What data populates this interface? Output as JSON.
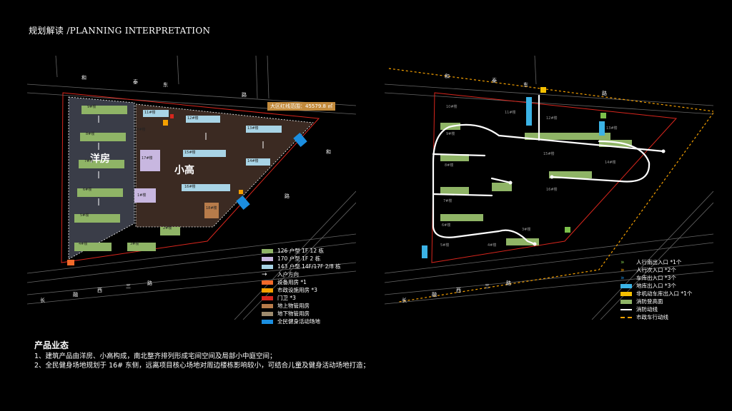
{
  "header": {
    "title": "规划解读 /PLANNING INTERPRETATION"
  },
  "left_plan": {
    "road_north": [
      "和",
      "泰",
      "东",
      "路"
    ],
    "road_east": [
      "和",
      "路"
    ],
    "road_south": [
      "长",
      "融",
      "西",
      "三",
      "路"
    ],
    "zone_villa": "洋房",
    "zone_highrise": "小高",
    "area_callout": "大区红线范围：45579.8 ㎡",
    "building_tags": [
      "9#楼",
      "8#楼",
      "7#楼",
      "6#楼",
      "5#楼",
      "4#楼",
      "3#楼",
      "2#楼",
      "1#楼",
      "11#楼",
      "12#楼",
      "13#楼",
      "14#楼",
      "15#楼",
      "16#楼",
      "17#楼",
      "18#楼",
      "10#楼"
    ],
    "legend": [
      {
        "label": "126 户型   1F   12 栋",
        "color": "#8fb466"
      },
      {
        "label": "170 户型   1F   2 栋",
        "color": "#c8b7e0"
      },
      {
        "label": "143 户型   14F/17F   2/8 栋",
        "color": "#a8d4e6"
      },
      {
        "label": "入户方向",
        "color": "#ffffff"
      },
      {
        "label": "设备用房 *1",
        "color": "#f26a2a"
      },
      {
        "label": "市政设施用房 *3",
        "color": "#f5a000"
      },
      {
        "label": "门卫 *3",
        "color": "#d8261d"
      },
      {
        "label": "地上物管用房",
        "color": "#b77b4a"
      },
      {
        "label": "地下物管用房",
        "color": "#9d8b6e"
      },
      {
        "label": "全民健身活动场地",
        "color": "#1b8ee0"
      }
    ]
  },
  "right_plan": {
    "road_north": [
      "和",
      "泰",
      "东",
      "路"
    ],
    "road_south": [
      "长",
      "融",
      "西",
      "三",
      "路"
    ],
    "building_tags": [
      "10#楼",
      "11#楼",
      "12#楼",
      "13#楼",
      "14#楼",
      "15#楼",
      "16#楼",
      "9#楼",
      "8#楼",
      "7#楼",
      "6#楼",
      "5#楼",
      "4#楼",
      "3#楼"
    ],
    "legend": [
      {
        "label": "人行南出入口 *1个",
        "color": "#7cc04a"
      },
      {
        "label": "人行次入口 *2个",
        "color": "#f5a000"
      },
      {
        "label": "车库出入口 *3个",
        "color": "#1b8ee0"
      },
      {
        "label": "地库出入口 *3个",
        "color": "#3bb3e6"
      },
      {
        "label": "非机动车库出入口 *1个",
        "color": "#f5c000"
      },
      {
        "label": "消防登高面",
        "color": "#8fb466"
      },
      {
        "label": "消防动线",
        "color": "#ffffff"
      },
      {
        "label": "市政车行动线",
        "color": "#f5a000"
      }
    ]
  },
  "notes": {
    "heading": "产品业态",
    "line1": "1、建筑产品由洋房、小高构成，南北整齐排列形成宅间空间及局部小中庭空间；",
    "line2": "2、全民健身场地规划于 16# 东侧，远离项目核心场地对周边楼栋影响较小，可结合儿童及健身活动场地打造；"
  }
}
